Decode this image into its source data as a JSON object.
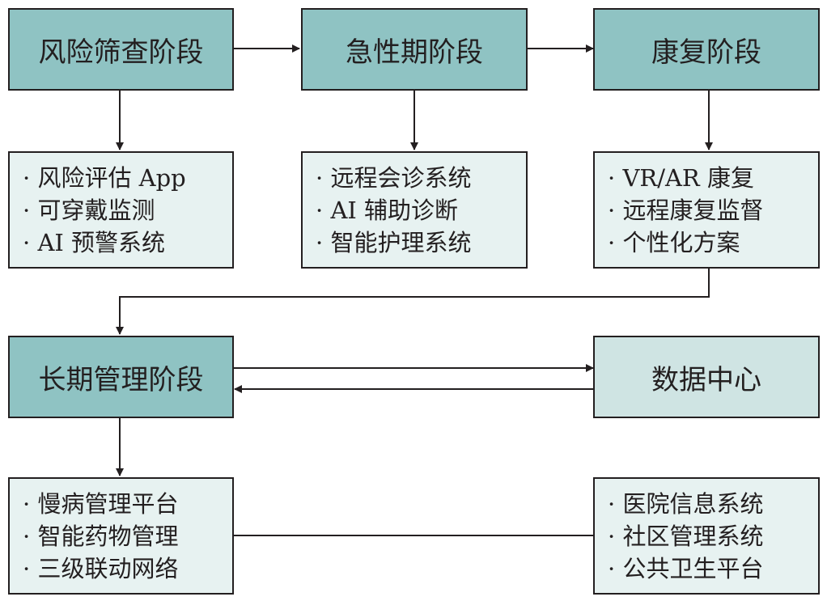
{
  "stages": {
    "screening": "风险筛查阶段",
    "acute": "急性期阶段",
    "rehab": "康复阶段",
    "longterm": "长期管理阶段",
    "datacenter": "数据中心"
  },
  "details": {
    "screening": [
      "风险评估 App",
      "可穿戴监测",
      "AI 预警系统"
    ],
    "acute": [
      "远程会诊系统",
      "AI 辅助诊断",
      "智能护理系统"
    ],
    "rehab": [
      "VR/AR 康复",
      "远程康复监督",
      "个性化方案"
    ],
    "longterm": [
      "慢病管理平台",
      "智能药物管理",
      "三级联动网络"
    ],
    "datacenter": [
      "医院信息系统",
      "社区管理系统",
      "公共卫生平台"
    ]
  },
  "colors": {
    "stage_fill": "#8fc3c3",
    "detail_fill": "#e7f2f1",
    "datacenter_fill": "#cfe4e3",
    "line": "#231f20"
  }
}
